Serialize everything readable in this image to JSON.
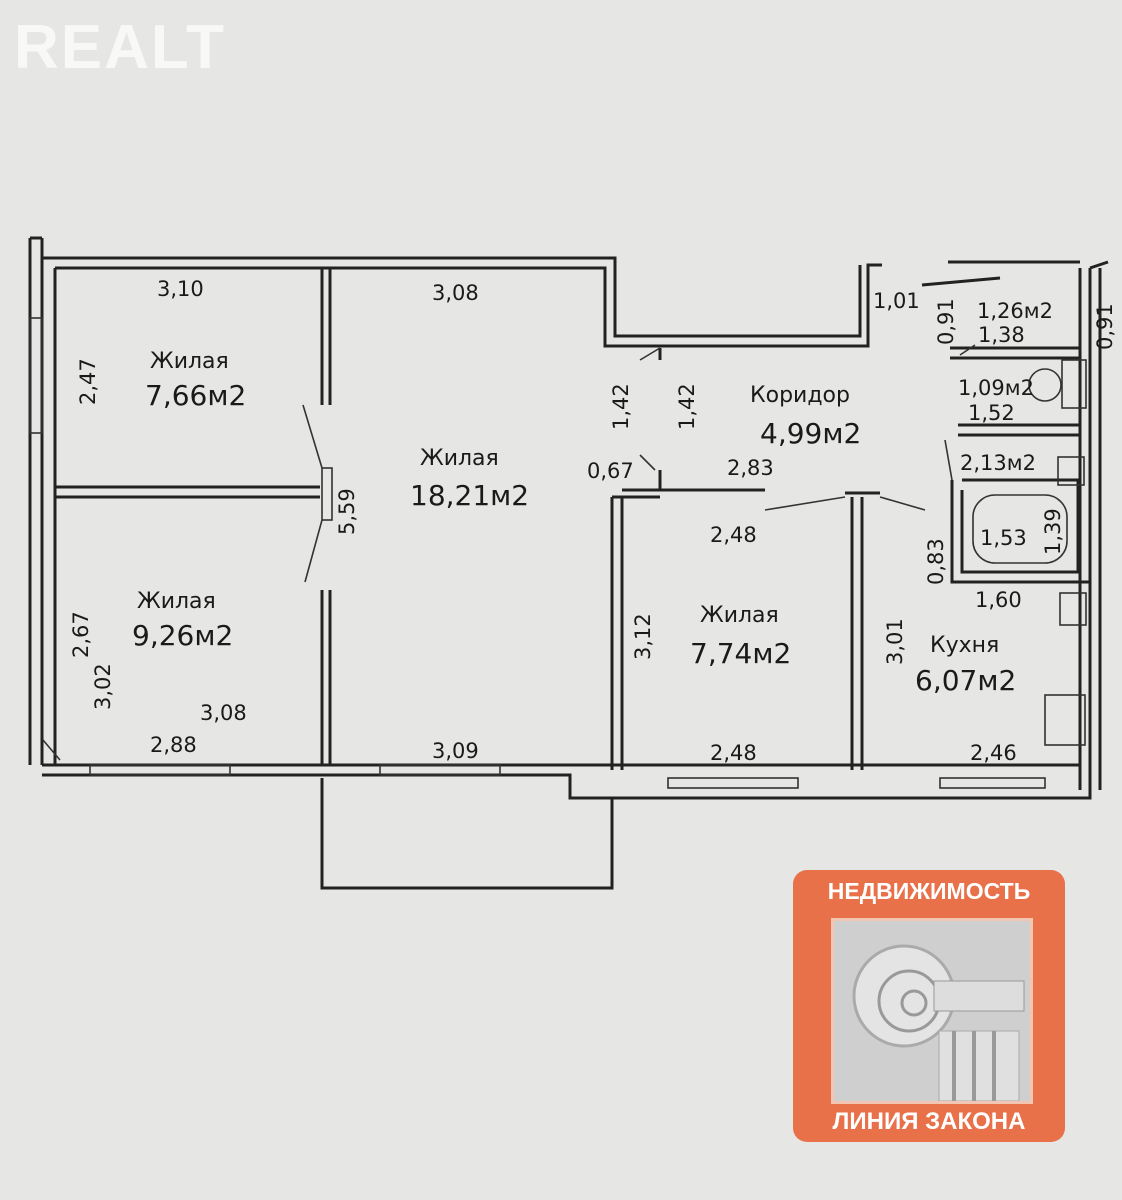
{
  "watermark": "REALT",
  "badge": {
    "top": "НЕДВИЖИМОСТЬ",
    "bottom": "ЛИНИЯ ЗАКОНА"
  },
  "rooms": [
    {
      "name": "Жилая",
      "area": "7,66м2"
    },
    {
      "name": "Жилая",
      "area": "18,21м2"
    },
    {
      "name": "Жилая",
      "area": "9,26м2"
    },
    {
      "name": "Жилая",
      "area": "7,74м2"
    },
    {
      "name": "Коридор",
      "area": "4,99м2"
    },
    {
      "name": "Кухня",
      "area": "6,07м2"
    }
  ],
  "small_areas": [
    "1,26м2",
    "1,09м2",
    "2,13м2"
  ],
  "dims": {
    "d310": "3,10",
    "d308a": "3,08",
    "d247": "2,47",
    "d559": "5,59",
    "d142a": "1,42",
    "d142b": "1,42",
    "d067": "0,67",
    "d283": "2,83",
    "d101": "1,01",
    "d091a": "0,91",
    "d138": "1,38",
    "d091b": "0,91",
    "d152": "1,52",
    "d248a": "2,48",
    "d083": "0,83",
    "d153": "1,53",
    "d139": "1,39",
    "d160": "1,60",
    "d312": "3,12",
    "d301": "3,01",
    "d267": "2,67",
    "d302": "3,02",
    "d308b": "3,08",
    "d288": "2,88",
    "d309": "3,09",
    "d248b": "2,48",
    "d246": "2,46"
  }
}
